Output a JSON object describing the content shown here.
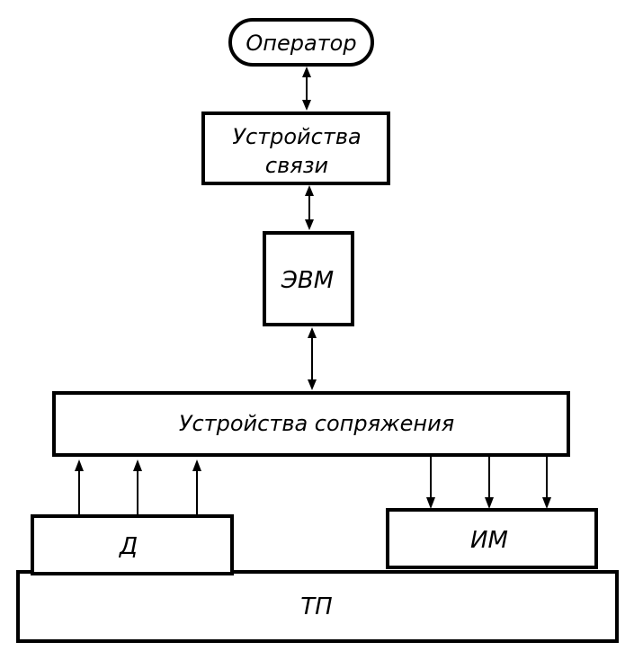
{
  "blocks": {
    "operator": "Оператор",
    "comm_line1": "Устройства",
    "comm_line2": "связи",
    "computer": "ЭВМ",
    "interface": "Устройства сопряжения",
    "sensors": "Д",
    "actuators": "ИМ",
    "process": "ТП"
  }
}
